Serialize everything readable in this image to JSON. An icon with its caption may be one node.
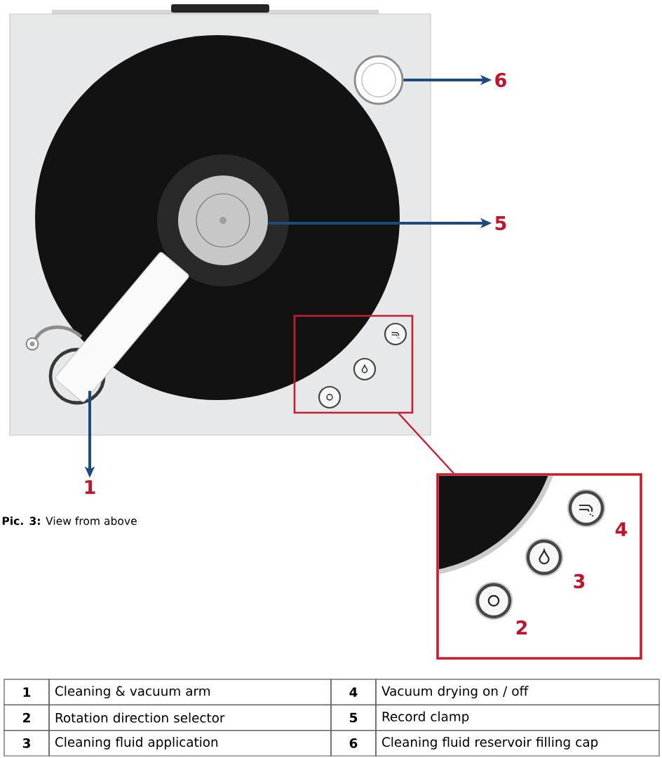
{
  "diagram": {
    "caption": "**Pic. 3:** View from above",
    "nodes": [
      {
        "text": [],
        "shape": "circle"
      },
      {
        "text": [],
        "shape": "circle"
      },
      {
        "text": [],
        "shape": "bar"
      },
      {
        "text": [
          "6"
        ]
      },
      {
        "text": [
          "5"
        ]
      },
      {
        "text": [
          "1"
        ]
      },
      {
        "text": [],
        "shape": "box"
      },
      {
        "text": [],
        "shape": "picture"
      }
    ],
    "edges": [
      {
        "from": 0,
        "to": 3,
        "arrow": "to"
      },
      {
        "from": 1,
        "to": 4,
        "arrow": "to"
      },
      {
        "from": 2,
        "to": 5,
        "arrow": "to"
      },
      {
        "from": 6,
        "to": 7,
        "arrow": "none",
        "color": "#c41e30"
      }
    ],
    "labels": [
      "4",
      "3",
      "2",
      "1",
      "Cleaning & vacuum arm",
      "4",
      "Vacuum drying on / off",
      "2",
      "Rotation direction selector",
      "5",
      "Record clamp",
      "3",
      "Cleaning fluid application",
      "6",
      "Cleaning fluid reservoir filling cap"
    ]
  }
}
